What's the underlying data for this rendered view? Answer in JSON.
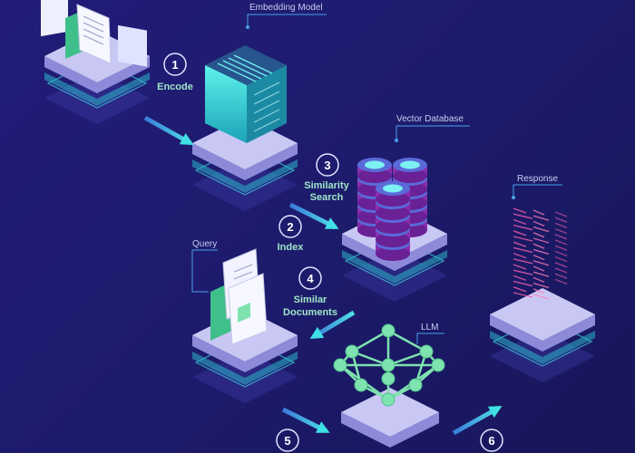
{
  "title": "RAG pipeline",
  "components": {
    "embedding_model": "Embedding Model",
    "vector_database": "Vector Database",
    "response": "Response",
    "query": "Query",
    "llm": "LLM"
  },
  "steps": [
    {
      "number": "1",
      "label_lines": [
        "Encode"
      ]
    },
    {
      "number": "2",
      "label_lines": [
        "Index"
      ]
    },
    {
      "number": "3",
      "label_lines": [
        "Similarity",
        "Search"
      ]
    },
    {
      "number": "4",
      "label_lines": [
        "Similar",
        "Documents"
      ]
    },
    {
      "number": "5",
      "label_lines": []
    },
    {
      "number": "6",
      "label_lines": []
    }
  ],
  "colors": {
    "background": "#1f1c72",
    "platform_top": "#c9c8f4",
    "platform_side": "#8d8ad9",
    "accent_cyan": "#3fe0e6",
    "accent_green": "#7fe3b0",
    "db_purple": "#8a2fae",
    "label_text": "#c8cdf0",
    "step_text": "#9fe6c9"
  }
}
